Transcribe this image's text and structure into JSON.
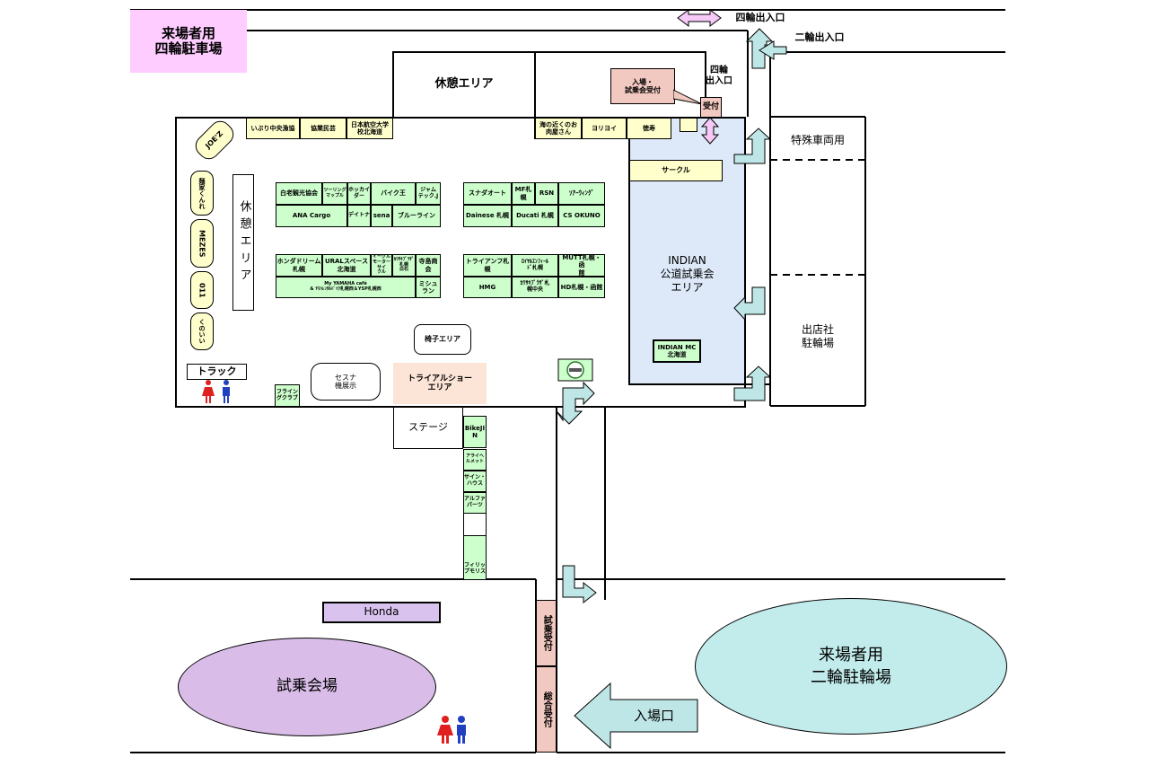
{
  "labels": {
    "parking_car": "来場者用\n四輪駐車場",
    "rest_top": "休憩エリア",
    "rest_left": "休憩エリア",
    "four_wheel_gate": "四輪出入口",
    "two_wheel_gate": "二輪出入口",
    "four_wheel_small": "四輪\n出入口",
    "entry_reception": "入場・\n試乗会受付",
    "reception": "受付",
    "special_vehicle": "特殊車両用",
    "circle": "サークル",
    "indian_area": "INDIAN\n公道試乗会\nエリア",
    "indian_mc": "INDIAN MC\n北海道",
    "exhibitor_parking": "出店社\n駐輪場",
    "chair_area": "椅子エリア",
    "track": "トラック",
    "cessna": "セスナ\n機展示",
    "trial_show": "トライアルショー\nエリア",
    "stage": "ステージ",
    "flying_club": "フライン\nグクラブ",
    "honda": "Honda",
    "test_ride_venue": "試乗会場",
    "test_ride_reception": "試乗受付",
    "general_reception": "総合受付",
    "entrance": "入場口",
    "bike_parking": "来場者用\n二輪駐輪場"
  },
  "booths_top": [
    "いぶり中央漁協",
    "協業民芸",
    "日本航空大学\n校北海道",
    "海の近くのお\n肉屋さん",
    "ヨリヨイ",
    "徳寿"
  ],
  "booths_left": [
    "JOE'Z",
    "麺家くんれ",
    "MEZES",
    "011",
    "くのいい"
  ],
  "booths_block1": {
    "row1": [
      "白老観光協会",
      "ツーリング\nマップル",
      "ホッカイ\nダー",
      "バイク王",
      "ジャム\nテック.J"
    ],
    "row2": [
      "ANA Cargo",
      "デイトナ",
      "sena",
      "ブルーライン"
    ]
  },
  "booths_block2": {
    "row1": [
      "スナダオート",
      "MF札\n幌",
      "RSN",
      "ｿｱｰｳｨﾝｸﾞ"
    ],
    "row2": [
      "Dainese 札幌",
      "Ducati 札幌",
      "CS OKUNO"
    ]
  },
  "booths_block3": {
    "row1": [
      "ホンダドリーム\n札幌",
      "URALスペース\n北海道",
      "イーグル\nモーターサイ\nクル",
      "ｶﾜｻｷﾌﾟﾗｻﾞ\n札幌\n白石",
      "寺島商\n会"
    ],
    "row2": [
      "My YAMAHA café\n& ﾔﾏﾊﾚﾝﾀﾙﾊﾞｲｸ札幌西＆YSP札幌西",
      "ミシュ\nラン"
    ]
  },
  "booths_block4": {
    "row1": [
      "トライアンフ札\n幌",
      "ﾛｲﾔﾙｴﾝﾌｨｰﾙ\nﾄﾞ札幌",
      "MUTT札幌・函\n館"
    ],
    "row2": [
      "HMG",
      "ｶﾜｻｷﾌﾟﾗｻﾞ札\n幌中央",
      "HD札幌・函館"
    ]
  },
  "booths_stage_side": [
    "BikeJI\nN",
    "アライヘ\nルメット",
    "サイン・\nハウス",
    "アルファ\nパーツ",
    "フィリッ\nプモリス"
  ],
  "colors": {
    "booth_green": "#ccffcc",
    "booth_yellow": "#ffffcc",
    "car_parking": "#ffccff",
    "reception_pink": "#f2c9c0",
    "trial_area": "#fce4d6",
    "indian_blue": "#dde8f8",
    "test_ride_purple": "#d9bde8",
    "bike_parking_teal": "#c2ecec",
    "honda_lilac": "#d9c3ee",
    "arrow_teal": "#bfe6e6",
    "arrow_pink": "#f6c9f6"
  },
  "icons": [
    "restroom-icon",
    "smoking-area-icon",
    "double-arrow-icon",
    "turn-arrow-icon",
    "entrance-arrow-icon"
  ]
}
